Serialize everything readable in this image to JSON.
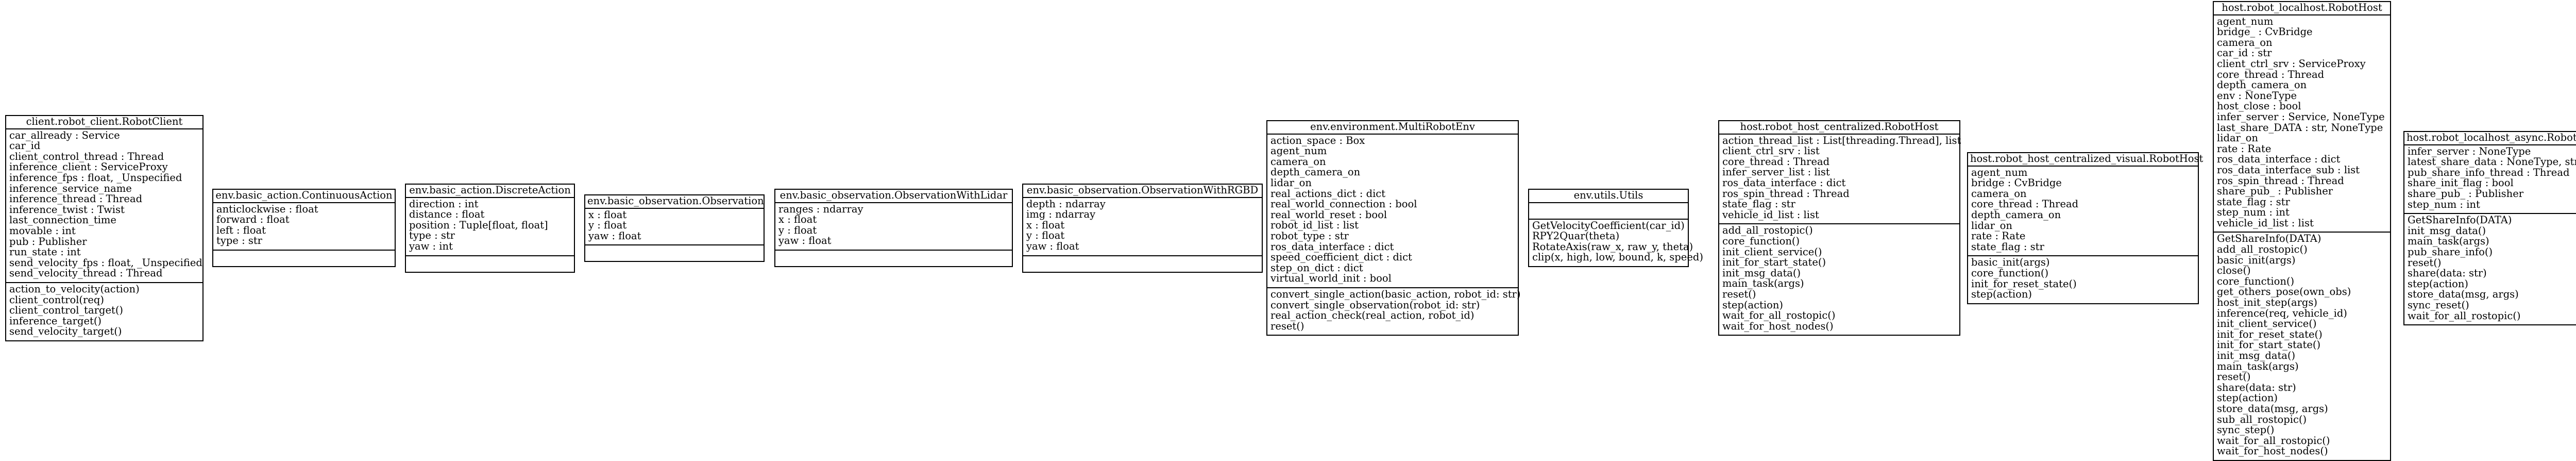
{
  "classes": [
    {
      "name": "client.robot_client.RobotClient",
      "attributes": [
        "car_allready : Service",
        "car_id",
        "client_control_thread : Thread",
        "inference_client : ServiceProxy",
        "inference_fps : float, _Unspecified",
        "inference_service_name",
        "inference_thread : Thread",
        "inference_twist : Twist",
        "last_connection_time",
        "movable : int",
        "pub : Publisher",
        "run_state : int",
        "send_velocity_fps : float, _Unspecified",
        "send_velocity_thread : Thread"
      ],
      "methods": [
        "action_to_velocity(action)",
        "client_control(req)",
        "client_control_target()",
        "inference_target()",
        "send_velocity_target()"
      ]
    },
    {
      "name": "env.basic_action.ContinuousAction",
      "attributes": [
        "anticlockwise : float",
        "forward : float",
        "left : float",
        "type : str"
      ],
      "methods": []
    },
    {
      "name": "env.basic_action.DiscreteAction",
      "attributes": [
        "direction : int",
        "distance : float",
        "position : Tuple[float, float]",
        "type : str",
        "yaw : int"
      ],
      "methods": []
    },
    {
      "name": "env.basic_observation.Observation",
      "attributes": [
        "x : float",
        "y : float",
        "yaw : float"
      ],
      "methods": []
    },
    {
      "name": "env.basic_observation.ObservationWithLidar",
      "attributes": [
        "ranges : ndarray",
        "x : float",
        "y : float",
        "yaw : float"
      ],
      "methods": []
    },
    {
      "name": "env.basic_observation.ObservationWithRGBD",
      "attributes": [
        "depth : ndarray",
        "img : ndarray",
        "x : float",
        "y : float",
        "yaw : float"
      ],
      "methods": []
    },
    {
      "name": "env.environment.MultiRobotEnv",
      "attributes": [
        "action_space : Box",
        "agent_num",
        "camera_on",
        "depth_camera_on",
        "lidar_on",
        "real_actions_dict : dict",
        "real_world_connection : bool",
        "real_world_reset : bool",
        "robot_id_list : list",
        "robot_type : str",
        "ros_data_interface : dict",
        "speed_coefficient_dict : dict",
        "step_on_dict : dict",
        "virtual_world_init : bool"
      ],
      "methods": [
        "convert_single_action(basic_action, robot_id: str)",
        "convert_single_observation(robot_id: str)",
        "real_action_check(real_action, robot_id)",
        "reset()"
      ]
    },
    {
      "name": "env.utils.Utils",
      "attributes": [],
      "methods": [
        "GetVelocityCoefficient(car_id)",
        "RPY2Quar(theta)",
        "RotateAxis(raw_x, raw_y, theta)",
        "clip(x, high, low, bound, k, speed)"
      ]
    },
    {
      "name": "host.robot_host_centralized.RobotHost",
      "attributes": [
        "action_thread_list : List[threading.Thread], list",
        "client_ctrl_srv : list",
        "core_thread : Thread",
        "infer_server_list : list",
        "ros_data_interface : dict",
        "ros_spin_thread : Thread",
        "state_flag : str",
        "vehicle_id_list : list"
      ],
      "methods": [
        "add_all_rostopic()",
        "core_function()",
        "init_client_service()",
        "init_for_start_state()",
        "init_msg_data()",
        "main_task(args)",
        "reset()",
        "step(action)",
        "wait_for_all_rostopic()",
        "wait_for_host_nodes()"
      ]
    },
    {
      "name": "host.robot_host_centralized_visual.RobotHost",
      "attributes": [
        "agent_num",
        "bridge : CvBridge",
        "camera_on",
        "core_thread : Thread",
        "depth_camera_on",
        "lidar_on",
        "rate : Rate",
        "state_flag : str"
      ],
      "methods": [
        "basic_init(args)",
        "core_function()",
        "init_for_reset_state()",
        "step(action)"
      ]
    },
    {
      "name": "host.robot_localhost.RobotHost",
      "attributes": [
        "agent_num",
        "bridge_ : CvBridge",
        "camera_on",
        "car_id : str",
        "client_ctrl_srv : ServiceProxy",
        "core_thread : Thread",
        "depth_camera_on",
        "env : NoneType",
        "host_close : bool",
        "infer_server : Service, NoneType",
        "last_share_DATA : str, NoneType",
        "lidar_on",
        "rate : Rate",
        "ros_data_interface : dict",
        "ros_data_interface_sub : list",
        "ros_spin_thread : Thread",
        "share_pub_ : Publisher",
        "state_flag : str",
        "step_num : int",
        "vehicle_id_list : list"
      ],
      "methods": [
        "GetShareInfo(DATA)",
        "add_all_rostopic()",
        "basic_init(args)",
        "close()",
        "core_function()",
        "get_others_pose(own_obs)",
        "host_init_step(args)",
        "inference(req, vehicle_id)",
        "init_client_service()",
        "init_for_reset_state()",
        "init_for_start_state()",
        "init_msg_data()",
        "main_task(args)",
        "reset()",
        "share(data: str)",
        "step(action)",
        "store_data(msg, args)",
        "sub_all_rostopic()",
        "sync_step()",
        "wait_for_all_rostopic()",
        "wait_for_host_nodes()"
      ]
    },
    {
      "name": "host.robot_localhost_async.RobotHost",
      "attributes": [
        "infer_server : NoneType",
        "latest_share_data : NoneType, str",
        "pub_share_info_thread : Thread",
        "share_init_flag : bool",
        "share_pub_ : Publisher",
        "step_num : int"
      ],
      "methods": [
        "GetShareInfo(DATA)",
        "init_msg_data()",
        "main_task(args)",
        "pub_share_info()",
        "reset()",
        "share(data: str)",
        "step(action)",
        "store_data(msg, args)",
        "sync_reset()",
        "wait_for_all_rostopic()"
      ]
    }
  ]
}
